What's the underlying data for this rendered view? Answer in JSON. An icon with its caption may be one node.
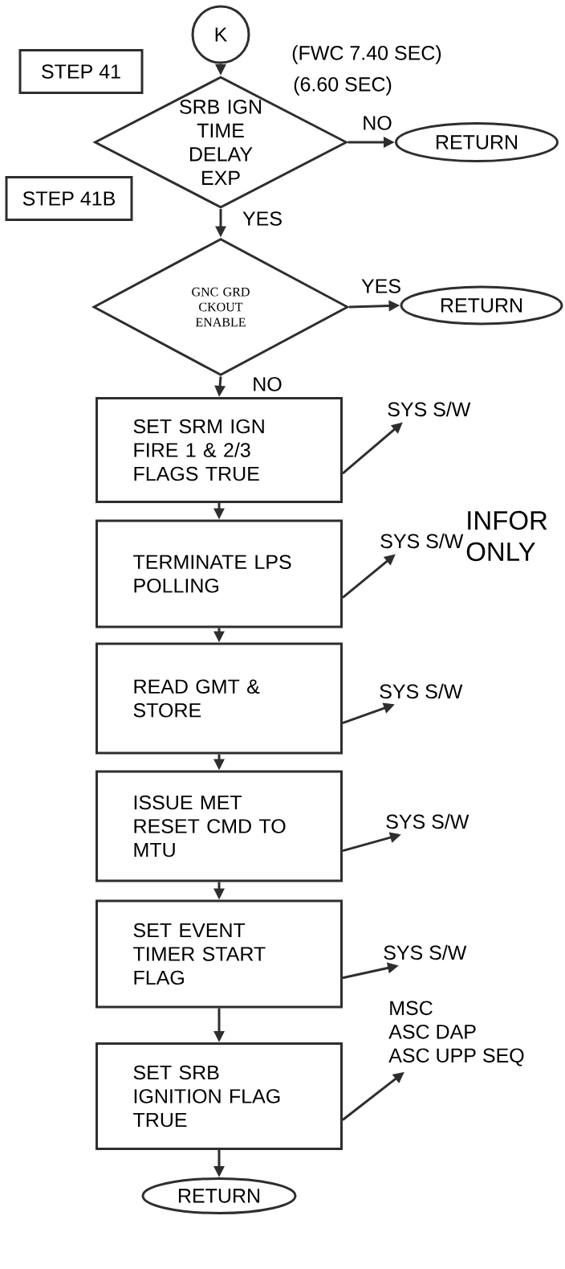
{
  "diagram": {
    "nodes": [
      {
        "text": [
          "K"
        ]
      },
      {
        "text": [
          "STEP 41"
        ]
      },
      {
        "text": [
          "SRB IGN TIME DELAY EXP"
        ]
      },
      {
        "text": [
          "RETURN"
        ]
      },
      {
        "text": [
          "STEP 41B"
        ]
      },
      {
        "text": [
          "GNC GRD CKOUT ENABLE"
        ]
      },
      {
        "text": [
          "RETURN"
        ]
      },
      {
        "text": [
          "SET SRM IGN FIRE 1 & 2/3 FLAGS TRUE"
        ]
      },
      {
        "text": [
          "TERMINATE LPS POLLING"
        ]
      },
      {
        "text": [
          "READ GMT & STORE"
        ]
      },
      {
        "text": [
          "ISSUE MET RESET CMD TO MTU"
        ]
      },
      {
        "text": [
          "SET EVENT TIMER START FLAG"
        ]
      },
      {
        "text": [
          "SET SRB IGNITION FLAG TRUE"
        ]
      },
      {
        "text": [
          "RETURN"
        ]
      },
      {
        "text": [
          "SYS S/W"
        ]
      },
      {
        "text": [
          "SYS S/W"
        ]
      },
      {
        "text": [
          "SYS S/W"
        ]
      },
      {
        "text": [
          "SYS S/W"
        ]
      },
      {
        "text": [
          "SYS S/W"
        ]
      },
      {
        "text": [
          "MSC",
          "ASC DAP",
          "ASC UPP SEQ"
        ]
      }
    ],
    "edges": [
      {
        "from": 0,
        "to": 2,
        "arrow": "to"
      },
      {
        "from": 2,
        "to": 3,
        "arrow": "to",
        "label": "NO"
      },
      {
        "from": 2,
        "to": 5,
        "arrow": "to",
        "label": "YES"
      },
      {
        "from": 5,
        "to": 6,
        "arrow": "to",
        "label": "YES"
      },
      {
        "from": 5,
        "to": 7,
        "arrow": "to",
        "label": "NO"
      },
      {
        "from": 7,
        "to": 8,
        "arrow": "to"
      },
      {
        "from": 8,
        "to": 9,
        "arrow": "to"
      },
      {
        "from": 9,
        "to": 10,
        "arrow": "to"
      },
      {
        "from": 10,
        "to": 11,
        "arrow": "to"
      },
      {
        "from": 11,
        "to": 12,
        "arrow": "to"
      },
      {
        "from": 12,
        "to": 13,
        "arrow": "to"
      },
      {
        "from": 7,
        "to": 14,
        "arrow": "to"
      },
      {
        "from": 8,
        "to": 15,
        "arrow": "to"
      },
      {
        "from": 9,
        "to": 16,
        "arrow": "to"
      },
      {
        "from": 10,
        "to": 17,
        "arrow": "to"
      },
      {
        "from": 11,
        "to": 18,
        "arrow": "to"
      },
      {
        "from": 12,
        "to": 19,
        "arrow": "to"
      }
    ],
    "labels": [
      "(FWC 7.40 SEC)",
      "(6.60 SEC)",
      "INFOR ONLY"
    ]
  }
}
